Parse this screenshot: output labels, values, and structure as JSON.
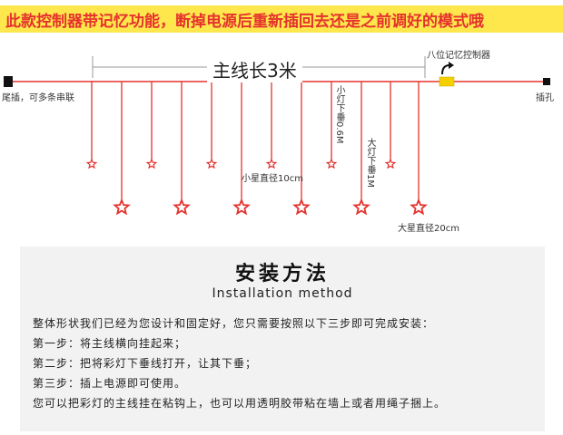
{
  "banner": {
    "text": "此款控制器带记忆功能，断掉电源后重新插回去还是之前调好的模式哦"
  },
  "diagram": {
    "main_line_length": "主线长3米",
    "controller_label": "八位记忆控制器",
    "tail_plug_label": "尾插，可多条串联",
    "socket_label": "插孔",
    "small_star_label": "小星直径10cm",
    "small_light_drop_label": "小灯下垂0.6M",
    "big_light_drop_label": "大灯下垂1M",
    "big_star_label": "大星直径20cm",
    "colors": {
      "wire": "#e5322d",
      "controller": "#f5d000",
      "plug": "#111111",
      "dimension": "#999999"
    },
    "icons": [
      "star-icon",
      "plug-icon",
      "controller-icon",
      "arrow-curve-icon"
    ]
  },
  "panel": {
    "title": "安装方法",
    "subtitle": "Installation method",
    "lines": [
      "整体形状我们已经为您设计和固定好，您只需要按照以下三步即可完成安装：",
      "第一步：将主线横向挂起来；",
      "第二步：把将彩灯下垂线打开，让其下垂；",
      "第三步：插上电源即可使用。",
      "您可以把彩灯的主线挂在粘钩上，也可以用透明胶带粘在墙上或者用绳子捆上。"
    ]
  }
}
